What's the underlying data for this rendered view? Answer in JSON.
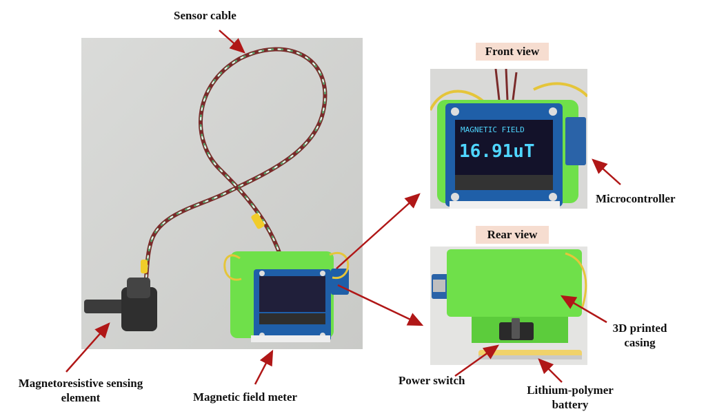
{
  "labels": {
    "sensor_cable": "Sensor cable",
    "sensing_element": "Magnetoresistive sensing element",
    "field_meter": "Magnetic field meter",
    "front_view": "Front view",
    "rear_view": "Rear view",
    "microcontroller": "Microcontroller",
    "casing": "3D printed casing",
    "power_switch": "Power switch",
    "battery": "Lithium-polymer battery"
  },
  "display": {
    "header": "MAGNETIC FIELD",
    "reading": "16.91uT"
  },
  "colors": {
    "arrow": "#b01717",
    "casing_green": "#6fe04a",
    "pcb_blue": "#1f5fa8",
    "oled_text": "#4fd6ff",
    "title_box": "#f6ddd0"
  }
}
